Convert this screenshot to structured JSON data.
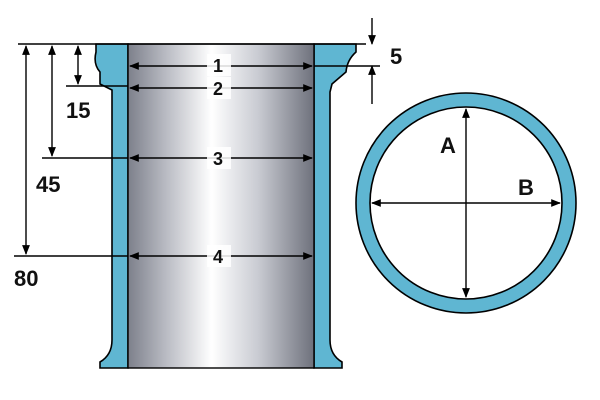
{
  "diagram": {
    "depth_labels": [
      "15",
      "45",
      "80"
    ],
    "top_offset_label": "5",
    "section_labels": [
      "1",
      "2",
      "3",
      "4"
    ],
    "ring_labels": [
      "A",
      "B"
    ],
    "colors": {
      "liner_wall": "#5fb6d2",
      "bore_dark": "#8c8f99",
      "bore_light": "#ffffff",
      "outline": "#000000"
    }
  }
}
